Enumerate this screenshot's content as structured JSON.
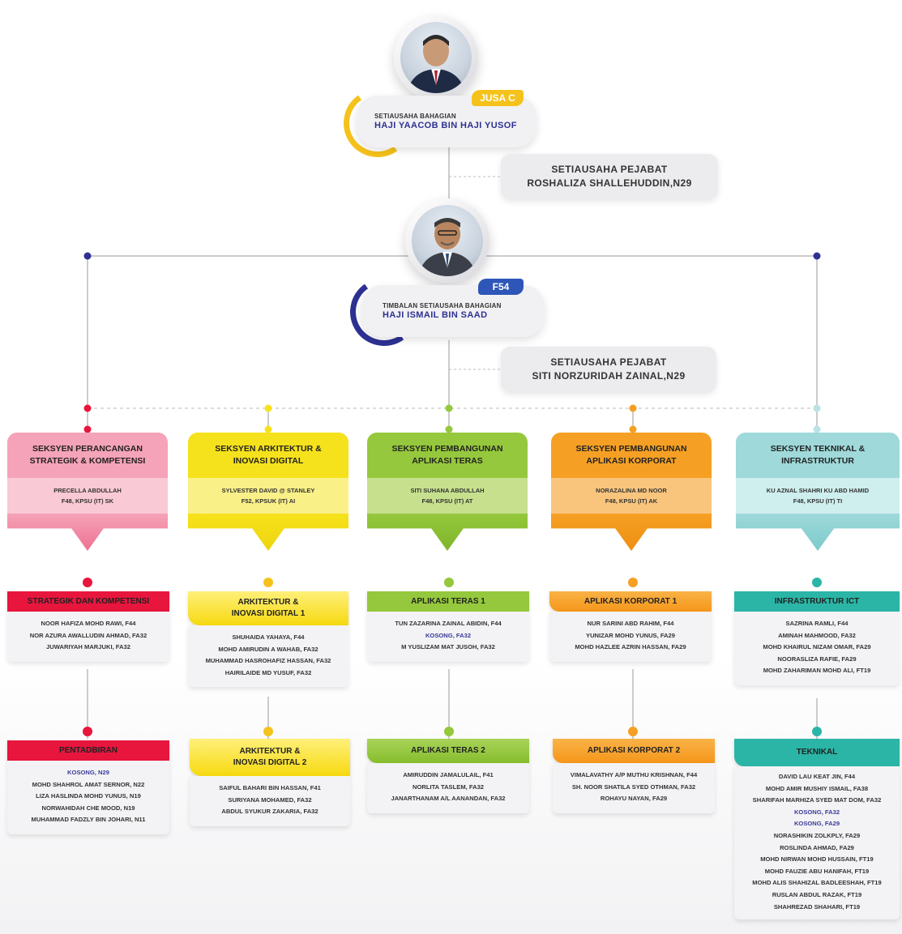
{
  "head": {
    "grade": "JUSA C",
    "role": "SETIAUSAHA BAHAGIAN",
    "name": "HAJI YAACOB BIN HAJI YUSOF",
    "office_title": "SETIAUSAHA PEJABAT",
    "office_name": "ROSHALIZA SHALLEHUDDIN,N29"
  },
  "deputy": {
    "grade": "F54",
    "role": "TIMBALAN SETIAUSAHA BAHAGIAN",
    "name": "HAJI ISMAIL BIN SAAD",
    "office_title": "SETIAUSAHA PEJABAT",
    "office_name": "SITI NORZURIDAH ZAINAL,N29"
  },
  "colors": {
    "pink": "#f07fa0",
    "yellow": "#f6e21c",
    "green": "#95c83c",
    "orange": "#f5a024",
    "teal": "#8fd3d6",
    "navy": "#2e3192",
    "red": "#e8153d",
    "gold": "#f5c21b"
  },
  "sections": [
    {
      "title_1": "SEKSYEN PERANCANGAN",
      "title_2": "STRATEGIK & KOMPETENSI",
      "head_1": "PRECELLA ABDULLAH",
      "head_2": "F48, KPSU (IT) SK",
      "units": [
        {
          "title_1": "STRATEGIK DAN KOMPETENSI",
          "title_2": "",
          "members": [
            "NOOR HAFIZA MOHD RAWI, F44",
            "NOR AZURA AWALLUDIN AHMAD, FA32",
            "JUWARIYAH MARJUKI, FA32"
          ]
        },
        {
          "title_1": "PENTADBIRAN",
          "title_2": "",
          "members": [
            "KOSONG, N29",
            "MOHD SHAHROL AMAT SERNOR, N22",
            "LIZA HASLINDA MOHD YUNUS, N19",
            "NORWAHIDAH CHE MOOD, N19",
            "MUHAMMAD FADZLY BIN JOHARI, N11"
          ]
        }
      ]
    },
    {
      "title_1": "SEKSYEN ARKITEKTUR &",
      "title_2": "INOVASI DIGITAL",
      "head_1": "SYLVESTER DAVID @ STANLEY",
      "head_2": "F52, KPSUK (IT) AI",
      "units": [
        {
          "title_1": "ARKITEKTUR &",
          "title_2": "INOVASI DIGITAL 1",
          "members": [
            "SHUHAIDA YAHAYA, F44",
            "MOHD AMIRUDIN A WAHAB, FA32",
            "MUHAMMAD HASROHAFIZ HASSAN, FA32",
            "HAIRILAIDE MD YUSUF, FA32"
          ]
        },
        {
          "title_1": "ARKITEKTUR &",
          "title_2": "INOVASI DIGITAL 2",
          "members": [
            "SAIFUL BAHARI BIN HASSAN, F41",
            "SURIYANA MOHAMED, FA32",
            "ABDUL SYUKUR ZAKARIA, FA32"
          ]
        }
      ]
    },
    {
      "title_1": "SEKSYEN PEMBANGUNAN",
      "title_2": "APLIKASI TERAS",
      "head_1": "SITI SUHANA ABDULLAH",
      "head_2": "F48, KPSU (IT) AT",
      "units": [
        {
          "title_1": "APLIKASI TERAS 1",
          "title_2": "",
          "members": [
            "TUN ZAZARINA ZAINAL ABIDIN, F44",
            "KOSONG, FA32",
            "M YUSLIZAM MAT JUSOH, FA32"
          ]
        },
        {
          "title_1": "APLIKASI TERAS 2",
          "title_2": "",
          "members": [
            "AMIRUDDIN JAMALULAIL, F41",
            "NORLITA TASLEM, FA32",
            "JANARTHANAM A/L AANANDAN, FA32"
          ]
        }
      ]
    },
    {
      "title_1": "SEKSYEN PEMBANGUNAN",
      "title_2": "APLIKASI KORPORAT",
      "head_1": "NORAZALINA MD NOOR",
      "head_2": "F48, KPSU (IT) AK",
      "units": [
        {
          "title_1": "APLIKASI KORPORAT 1",
          "title_2": "",
          "members": [
            "NUR SARINI ABD RAHIM, F44",
            "YUNIZAR MOHD YUNUS, FA29",
            "MOHD HAZLEE AZRIN HASSAN, FA29"
          ]
        },
        {
          "title_1": "APLIKASI KORPORAT 2",
          "title_2": "",
          "members": [
            "VIMALAVATHY A/P MUTHU KRISHNAN, F44",
            "SH. NOOR SHATILA SYED OTHMAN, FA32",
            "ROHAYU NAYAN, FA29"
          ]
        }
      ]
    },
    {
      "title_1": "SEKSYEN TEKNIKAL &",
      "title_2": "INFRASTRUKTUR",
      "head_1": "KU AZNAL SHAHRI KU ABD HAMID",
      "head_2": "F48, KPSU (IT) TI",
      "units": [
        {
          "title_1": "INFRASTRUKTUR ICT",
          "title_2": "",
          "members": [
            "SAZRINA RAMLI, F44",
            "AMINAH MAHMOOD, FA32",
            "MOHD KHAIRUL NIZAM OMAR, FA29",
            "NOORASLIZA RAFIE, FA29",
            "MOHD ZAHARIMAN MOHD ALI, FT19"
          ]
        },
        {
          "title_1": "TEKNIKAL",
          "title_2": "",
          "members": [
            "DAVID LAU KEAT JIN, F44",
            "MOHD AMIR MUSHIY ISMAIL, FA38",
            "SHARIFAH MARHIZA SYED MAT DOM, FA32",
            "KOSONG, FA32",
            "KOSONG, FA29",
            "NORASHIKIN ZOLKPLY, FA29",
            "ROSLINDA AHMAD, FA29",
            "MOHD NIRWAN MOHD HUSSAIN, FT19",
            "MOHD FAUZIE ABU HANIFAH, FT19",
            "MOHD ALIS SHAHIZAL BADLEESHAH, FT19",
            "RUSLAN ABDUL RAZAK, FT19",
            "SHAHREZAD SHAHARI, FT19"
          ]
        }
      ]
    }
  ]
}
